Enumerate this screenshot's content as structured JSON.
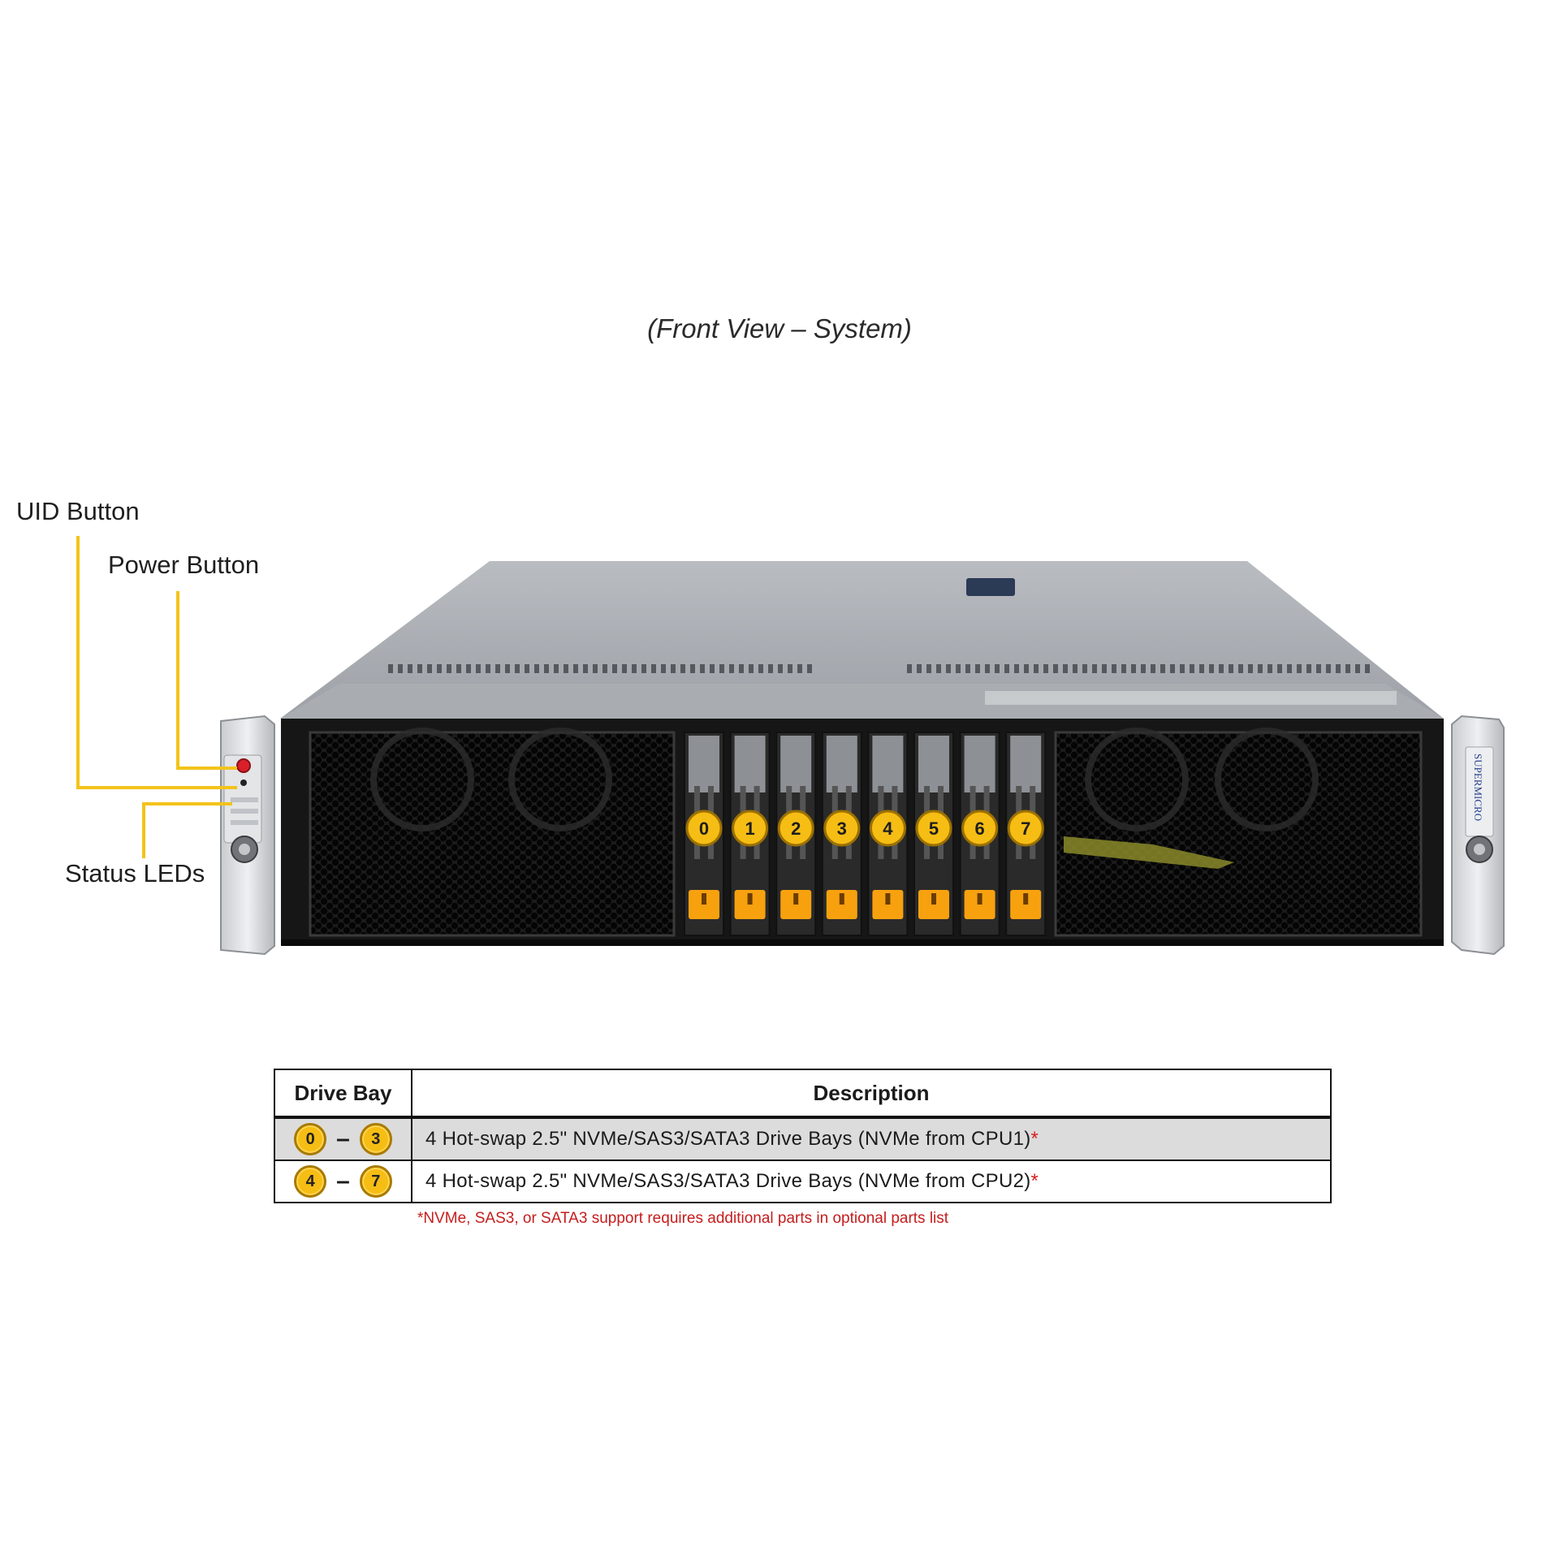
{
  "caption": "(Front View – System)",
  "callouts": {
    "uid": "UID Button",
    "power": "Power Button",
    "status": "Status LEDs"
  },
  "bays": [
    "0",
    "1",
    "2",
    "3",
    "4",
    "5",
    "6",
    "7"
  ],
  "brand": "SUPERMICRO",
  "colors": {
    "callout_line": "#f3c31a",
    "bay_badge": "#f6bd14",
    "drive_latch": "#f7a10f",
    "footnote": "#c51d1d"
  },
  "table": {
    "headers": {
      "bay": "Drive Bay",
      "description": "Description"
    },
    "rows": [
      {
        "from": "0",
        "dash": "–",
        "to": "3",
        "description": "4 Hot-swap 2.5\" NVMe/SAS3/SATA3 Drive Bays (NVMe from CPU1)",
        "mark": "*"
      },
      {
        "from": "4",
        "dash": "–",
        "to": "7",
        "description": "4 Hot-swap 2.5\" NVMe/SAS3/SATA3 Drive Bays (NVMe from CPU2)",
        "mark": "*"
      }
    ]
  },
  "footnote": "*NVMe, SAS3, or SATA3 support requires additional parts in optional parts list"
}
